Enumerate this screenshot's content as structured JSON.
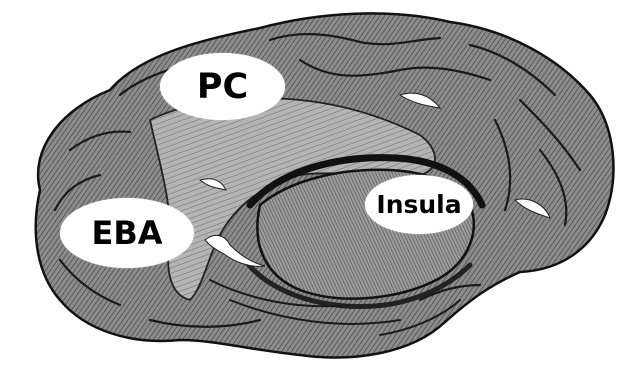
{
  "diagram": {
    "subject": "brain-lateral-view-engraving",
    "colors": {
      "tissue": "#8a8a8a",
      "tissue_light": "#b9b9b9",
      "tissue_dark": "#2a2a2a",
      "label_fill": "#ffffff",
      "label_text": "#000000"
    },
    "labels": {
      "pc": "PC",
      "eba": "EBA",
      "insula": "Insula"
    }
  }
}
